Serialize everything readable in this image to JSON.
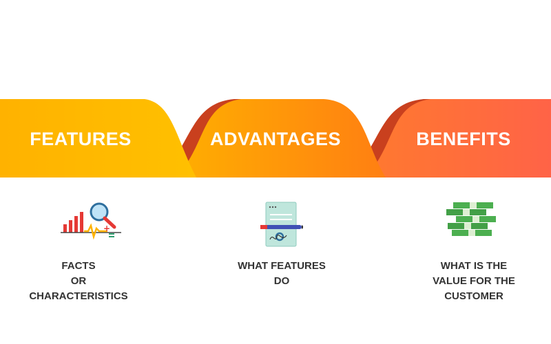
{
  "ribbon": {
    "features_label": "FEATURES",
    "advantages_label": "ADVANTAGES",
    "benefits_label": "BENEFITS",
    "colors": {
      "features": "#FFB300",
      "advantages": "#FF8A1A",
      "benefits": "#FF6A45",
      "fold_shadow": "#C9401E"
    }
  },
  "columns": [
    {
      "icon": "chart-magnifier-icon",
      "caption_lines": [
        "FACTS",
        "OR",
        "CHARACTERISTICS"
      ]
    },
    {
      "icon": "document-pen-icon",
      "caption_lines": [
        "WHAT FEATURES",
        "DO"
      ]
    },
    {
      "icon": "money-stack-icon",
      "caption_lines": [
        "WHAT IS THE",
        "VALUE FOR THE",
        "CUSTOMER"
      ]
    }
  ]
}
